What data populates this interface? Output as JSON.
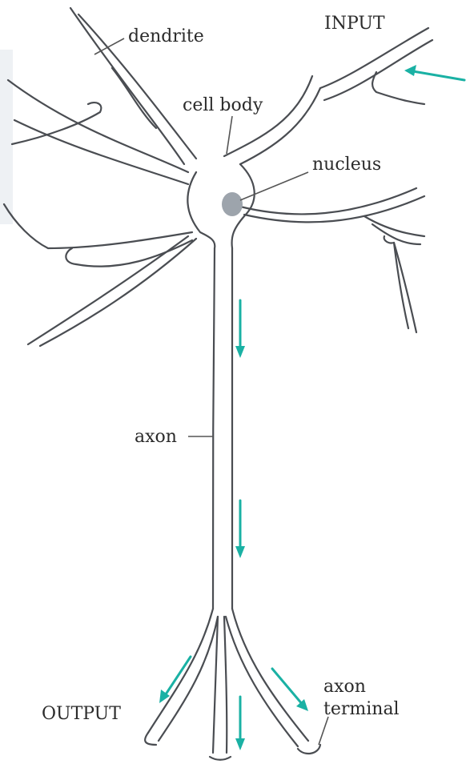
{
  "labels": {
    "dendrite": "dendrite",
    "input": "INPUT",
    "cell_body": "cell body",
    "nucleus": "nucleus",
    "axon": "axon",
    "output": "OUTPUT",
    "axon_terminal_line1": "axon",
    "axon_terminal_line2": "terminal"
  },
  "colors": {
    "arrow": "#1ab1a4",
    "nucleus": "#9da4ac",
    "outline": "#4a4d52"
  }
}
